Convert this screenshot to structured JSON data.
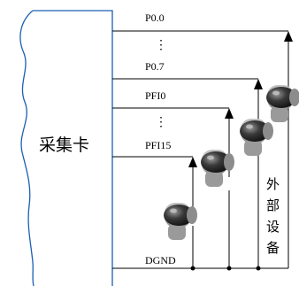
{
  "card_label": "采集卡",
  "external_device_label": [
    "外",
    "部",
    "设",
    "备"
  ],
  "pins": {
    "p0_0": "P0.0",
    "p0_7": "P0.7",
    "pfi0": "PFI0",
    "pfi15": "PFI15",
    "dgnd": "DGND"
  },
  "ellipsis": "⋮",
  "colors": {
    "board_edge": "#1a5fb4",
    "wire": "#000000",
    "switch_body": "#3a3a3a",
    "switch_shadow": "#a8a8a8"
  },
  "switches": [
    {
      "name": "switch-pfi15"
    },
    {
      "name": "switch-pfi0"
    },
    {
      "name": "switch-p0-7"
    },
    {
      "name": "switch-p0-0"
    }
  ]
}
